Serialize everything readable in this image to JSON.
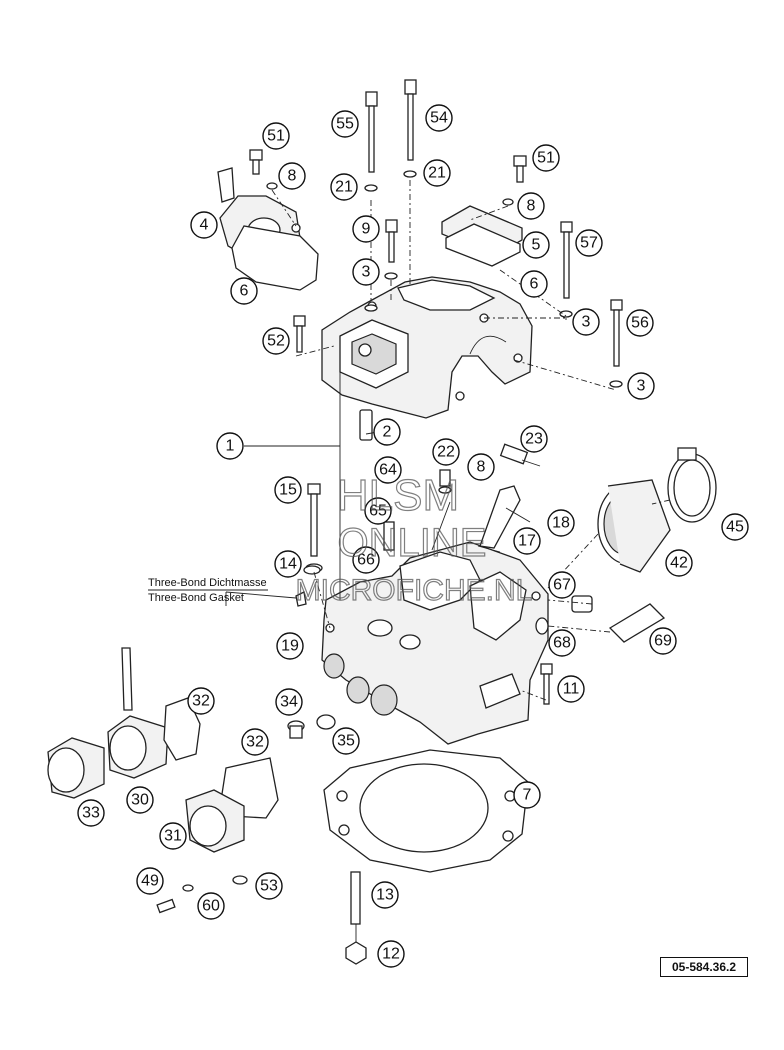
{
  "figure": {
    "reference_number": "05-584.36.2",
    "notes": [
      "Three-Bond Dichtmasse",
      "Three-Bond Gasket"
    ],
    "watermark": [
      "HLSM",
      "ONLINE",
      "MICROFICHE.NL"
    ]
  },
  "callouts": [
    "1",
    "2",
    "3",
    "3",
    "3",
    "4",
    "5",
    "6",
    "6",
    "7",
    "8",
    "8",
    "8",
    "9",
    "11",
    "12",
    "13",
    "14",
    "15",
    "17",
    "18",
    "19",
    "21",
    "21",
    "22",
    "23",
    "30",
    "31",
    "32",
    "32",
    "33",
    "34",
    "35",
    "42",
    "45",
    "49",
    "51",
    "51",
    "52",
    "53",
    "54",
    "55",
    "56",
    "57",
    "60",
    "64",
    "65",
    "66",
    "67",
    "68",
    "69"
  ]
}
